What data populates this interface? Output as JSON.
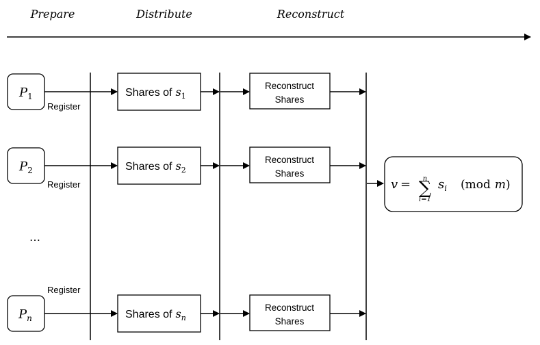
{
  "phases": {
    "prepare": "Prepare",
    "distribute": "Distribute",
    "reconstruct": "Reconstruct"
  },
  "parties": [
    {
      "label": "P",
      "sub": "1",
      "register": "Register",
      "shares_text": "Shares of",
      "shares_var": "s",
      "shares_sub": "1",
      "recon_line1": "Reconstruct",
      "recon_line2": "Shares"
    },
    {
      "label": "P",
      "sub": "2",
      "register": "Register",
      "shares_text": "Shares of",
      "shares_var": "s",
      "shares_sub": "2",
      "recon_line1": "Reconstruct",
      "recon_line2": "Shares"
    },
    {
      "label": "P",
      "sub": "n",
      "register": "Register",
      "shares_text": "Shares of",
      "shares_var": "s",
      "shares_sub": "n",
      "recon_line1": "Reconstruct",
      "recon_line2": "Shares"
    }
  ],
  "ellipsis": "…",
  "result": {
    "lhs": "v",
    "eq": "=",
    "sum": "∑",
    "upper": "n",
    "lower": "i=1",
    "term": "s",
    "term_sub": "i",
    "mod_open": "(mod",
    "mod_var": "m",
    "mod_close": ")"
  }
}
